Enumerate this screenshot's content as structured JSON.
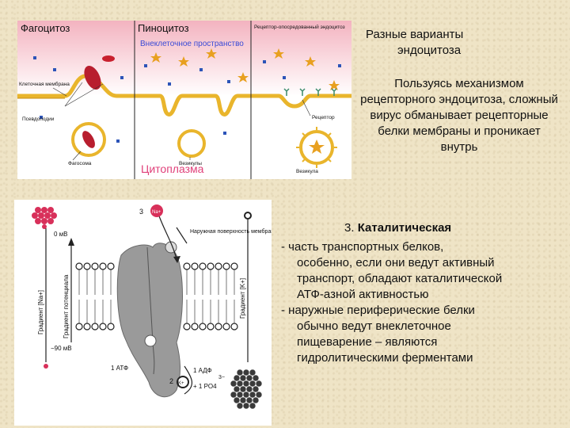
{
  "endocytosis_figure": {
    "phagocytosis": "Фагоцитоз",
    "pinocytosis": "Пиноцитоз",
    "receptor_mediated": "Рецептор-опосредованный эндоцитоз",
    "extracellular_space": "Внеклеточное пространство",
    "cell_membrane": "Клеточная мембрана",
    "pseudopodia": "Псевдоподии",
    "phagosome": "Фагосома",
    "vesicle_pino": "Везикулы",
    "cytoplasm": "Цитоплазма",
    "receptor": "Рецептор",
    "vesicle_receptor": "Везикула"
  },
  "transport_figure": {
    "potential_top": "0 мВ",
    "potential_bottom": "−90 мВ",
    "na_gradient": "Градиент [Na+]",
    "potential_gradient": "Градиент потенциала",
    "k_gradient": "Градиент [K+]",
    "outer_surface": "Наружная поверхность мембраны",
    "na_label": "Na+",
    "k_label": "K+",
    "step3": "3",
    "step2": "2",
    "step1_atp": "1 АТФ",
    "adp_line1": "1 АДФ",
    "adp_line2": "+ 1 PO4",
    "po_charge": "3−"
  },
  "title": {
    "line1": "Разные варианты",
    "line2": "эндоцитоза"
  },
  "paragraph": "Пользуясь механизмом рецепторного эндоцитоза, сложный вирус обманывает рецепторные белки мембраны и проникает внутрь",
  "section3": {
    "number": "3.",
    "heading": "Каталитическая",
    "item1": [
      "- часть транспортных белков,",
      "особенно, если они ведут активный",
      "транспорт, обладают каталитической",
      "АТФ-азной активностью"
    ],
    "item2": [
      "- наружные периферические белки",
      "обычно ведут внеклеточное",
      "пищеварение – являются",
      "гидролитическими ферментами"
    ]
  },
  "colors": {
    "background": "#efe4c6",
    "extracellular_top": "#f4b8c4",
    "membrane": "#e9b52c",
    "blue_label": "#3a4bd6",
    "cytoplasm_label": "#e0407a",
    "red_cell": "#b81e2e"
  }
}
